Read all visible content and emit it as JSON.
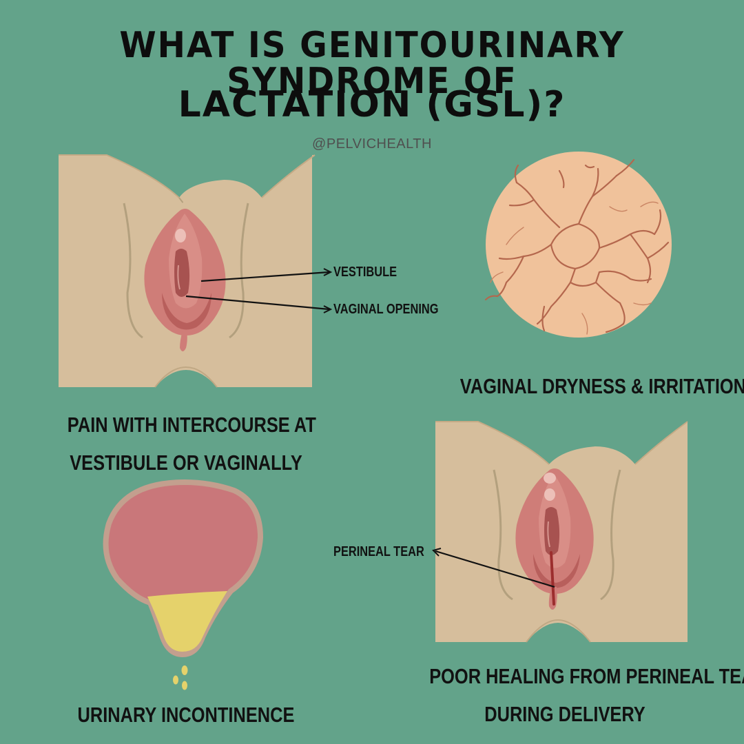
{
  "title": {
    "line1": "WHAT IS GENITOURINARY SYNDROME OF",
    "line2": "LACTATION (GSL)?"
  },
  "handle": "@PELVICHEALTH",
  "labels": {
    "vestibule": "VESTIBULE",
    "vaginal_opening": "VAGINAL OPENING",
    "perineal_tear": "PERINEAL TEAR"
  },
  "captions": {
    "pain_line1": "PAIN WITH INTERCOURSE AT",
    "pain_line2": "VESTIBULE OR VAGINALLY",
    "dryness": "VAGINAL DRYNESS & IRRITATION",
    "incontinence": "URINARY INCONTINENCE",
    "healing_line1": "POOR HEALING FROM PERINEAL TEARS",
    "healing_line2": "DURING DELIVERY"
  },
  "colors": {
    "background": "#63a38a",
    "skin": "#d6be9c",
    "skin_line": "#b3a07e",
    "labia": "#cf7d78",
    "labia_dark": "#b85f5c",
    "dry_skin": "#f0c29b",
    "crack": "#b4674d",
    "bladder": "#c9777a",
    "bladder_outline": "#c39f8e",
    "urine": "#e5d26b"
  }
}
